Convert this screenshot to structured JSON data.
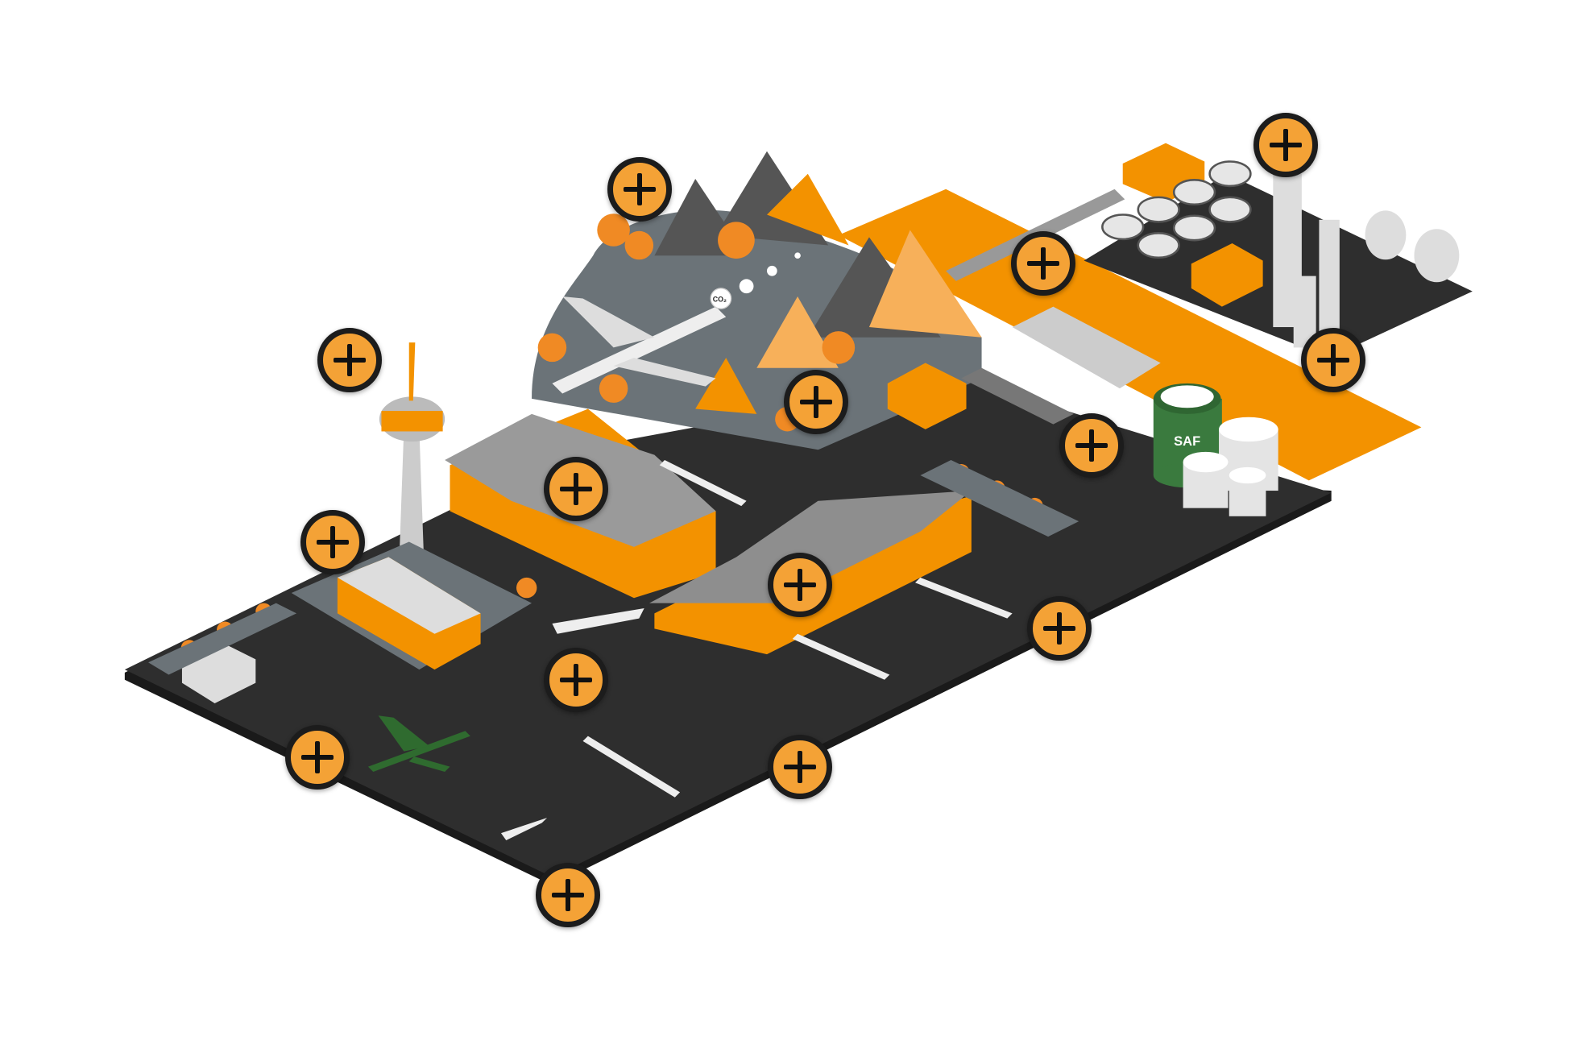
{
  "scene": {
    "labels": {
      "saf_tank": "SAF",
      "co2_bubble": "CO₂"
    },
    "hotspot_icon": "plus-icon",
    "hotspots": [
      {
        "name": "hotspot-forest"
      },
      {
        "name": "hotspot-control-tower"
      },
      {
        "name": "hotspot-refinery"
      },
      {
        "name": "hotspot-rail-bridge"
      },
      {
        "name": "hotspot-refinery-tanks"
      },
      {
        "name": "hotspot-mountain-tunnel"
      },
      {
        "name": "hotspot-fuel-truck"
      },
      {
        "name": "hotspot-terminal-1"
      },
      {
        "name": "hotspot-tower-building"
      },
      {
        "name": "hotspot-terminal-2"
      },
      {
        "name": "hotspot-apron-east"
      },
      {
        "name": "hotspot-gate"
      },
      {
        "name": "hotspot-hydrogen-plane"
      },
      {
        "name": "hotspot-taxiway"
      },
      {
        "name": "hotspot-runway-corner"
      }
    ]
  },
  "colors": {
    "accent": "#f39200",
    "hotspot_fill": "#f4a236",
    "hotspot_ring": "#1c1c1c",
    "ground": "#2e2e2e",
    "terrain": "#6b7378",
    "saf_tank": "#3a7a3e",
    "green_plane": "#2f6b2f"
  }
}
